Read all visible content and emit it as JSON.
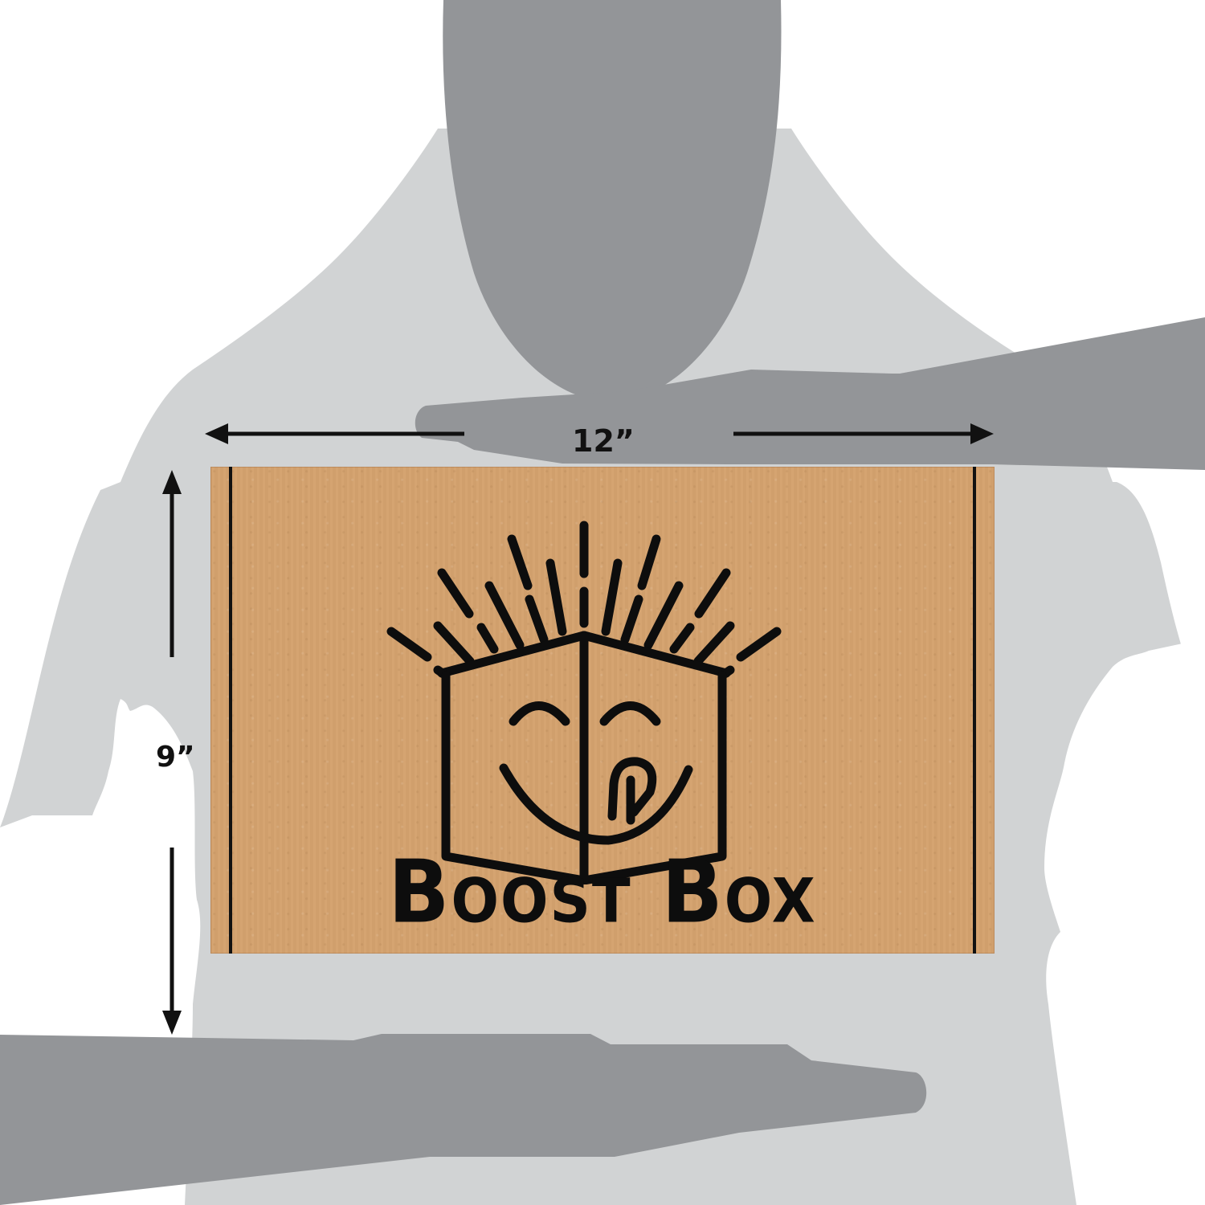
{
  "figure": {
    "type": "product-dimension-illustration",
    "background_color": "#ffffff",
    "silhouette": {
      "body_color": "#d1d3d4",
      "head_and_hands_color": "#939598"
    }
  },
  "box": {
    "brand_name": "Boost Box",
    "color": "#d4a26e",
    "outline_color": "#111111",
    "logo": {
      "icon": "smiling-box-face-icon",
      "description": "Open box with radiating lines, closed happy eyes and a tongue-out smile"
    }
  },
  "dimensions": {
    "width_label": "12”",
    "height_label": "9”",
    "arrow_color": "#111111"
  }
}
